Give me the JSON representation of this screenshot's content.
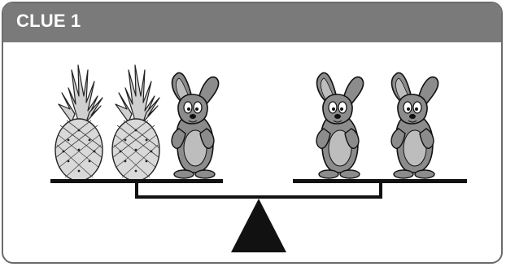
{
  "clue": {
    "title": "CLUE 1"
  },
  "scene": {
    "left_pan": [
      "pineapple",
      "pineapple",
      "rabbit"
    ],
    "right_pan": [
      "rabbit",
      "rabbit"
    ],
    "balance_state": "level",
    "colors": {
      "header": "#7a7a7a",
      "border": "#6b6b6b",
      "beam": "#111111",
      "rabbit": "#8c8c8c",
      "pineapple": "#cfcfcf"
    }
  }
}
